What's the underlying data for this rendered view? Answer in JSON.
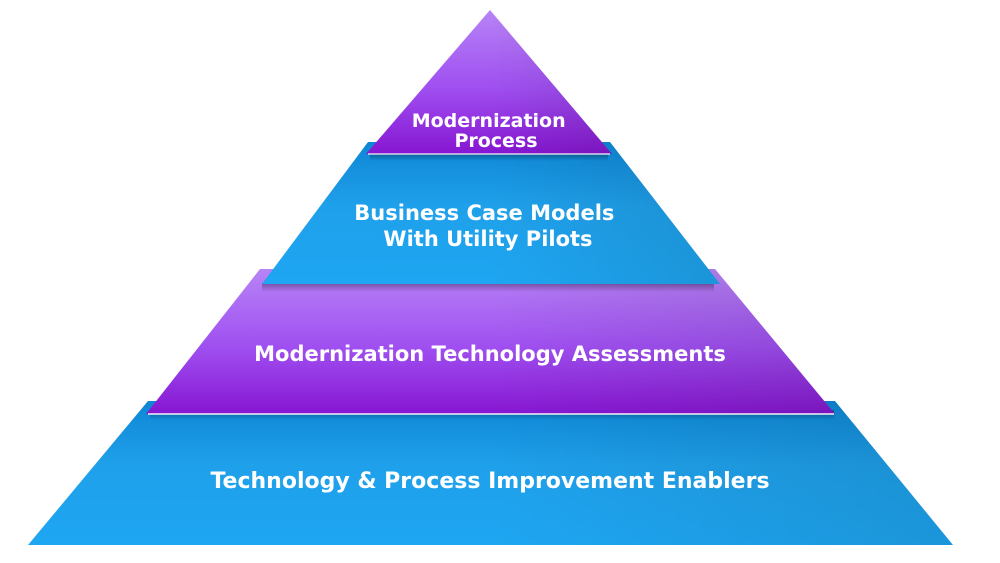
{
  "pyramid": {
    "levels": [
      {
        "label": [
          "Modernization",
          "Process"
        ],
        "color": "purple"
      },
      {
        "label": [
          "Business Case Models",
          "With Utility Pilots"
        ],
        "color": "blue"
      },
      {
        "label": [
          "Modernization Technology Assessments"
        ],
        "color": "purple"
      },
      {
        "label": [
          "Technology & Process Improvement Enablers"
        ],
        "color": "blue"
      }
    ]
  },
  "colors": {
    "purple_light": "#b07cf4",
    "purple_mid": "#9b44ee",
    "purple_dark": "#8a1ed6",
    "blue_light": "#22a9f0",
    "blue_mid": "#1b96e3",
    "blue_dark": "#0b79cf"
  }
}
